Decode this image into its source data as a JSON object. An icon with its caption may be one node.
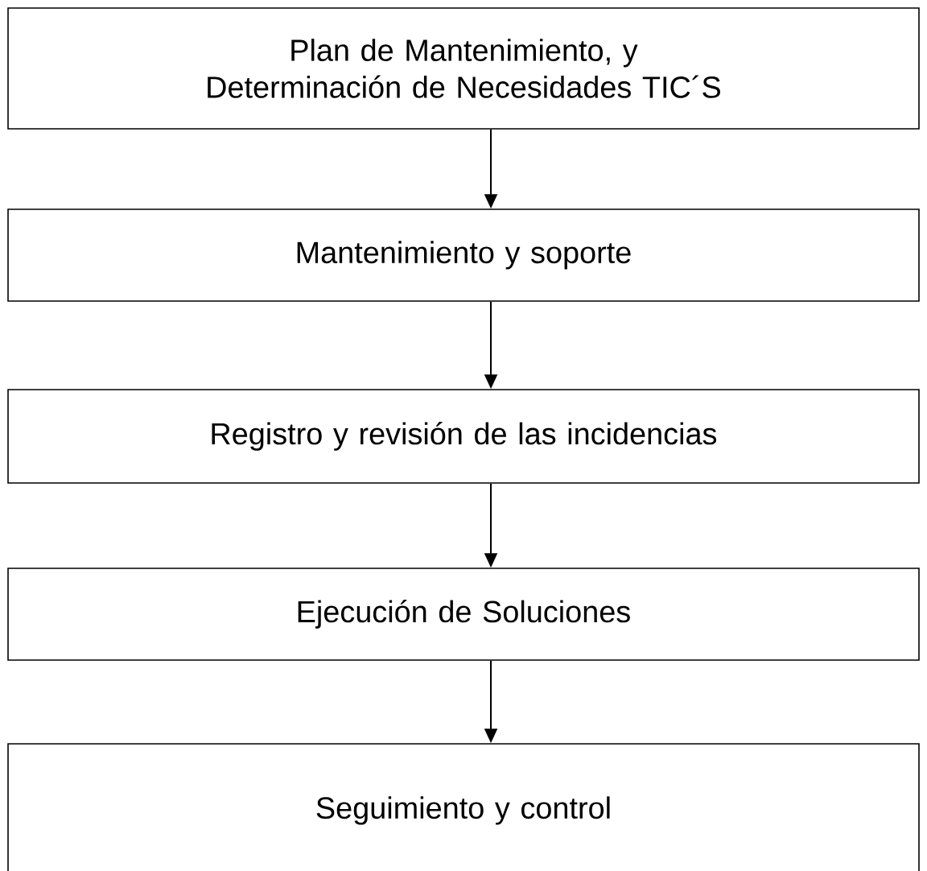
{
  "diagram": {
    "nodes": [
      {
        "text": [
          "Plan de Mantenimiento, y Determinación de Necesidades TIC´S"
        ]
      },
      {
        "text": [
          "Mantenimiento y soporte"
        ]
      },
      {
        "text": [
          "Registro y revisión de las incidencias"
        ]
      },
      {
        "text": [
          "Ejecución de Soluciones"
        ]
      },
      {
        "text": [
          "Seguimiento y control"
        ]
      }
    ],
    "edges": [
      {
        "from": 0,
        "to": 1,
        "arrow": "to"
      },
      {
        "from": 1,
        "to": 2,
        "arrow": "to"
      },
      {
        "from": 2,
        "to": 3,
        "arrow": "to"
      },
      {
        "from": 3,
        "to": 4,
        "arrow": "to"
      }
    ]
  }
}
